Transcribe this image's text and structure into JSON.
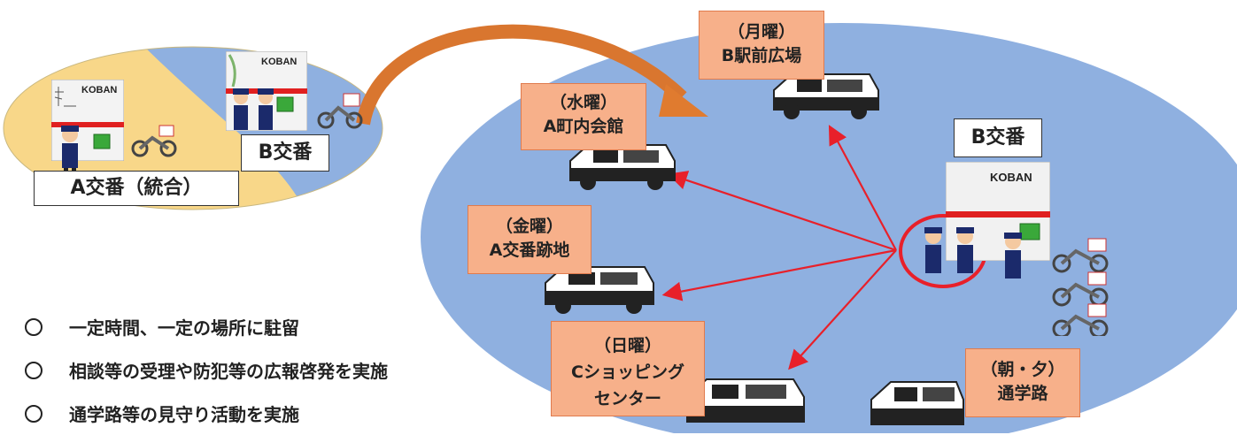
{
  "left_panel": {
    "koban_a_sign": "KOBAN",
    "koban_b_sign": "KOBAN",
    "label_a": "A交番（統合）",
    "label_b": "B交番"
  },
  "right_panel": {
    "koban_title": "B交番",
    "koban_sign": "KOBAN",
    "stops": [
      {
        "day": "（月曜）",
        "place": "B駅前広場"
      },
      {
        "day": "（水曜）",
        "place": "A町内会館"
      },
      {
        "day": "（金曜）",
        "place": "A交番跡地"
      },
      {
        "day": "（日曜）",
        "place": "Cショッピング",
        "place2": "センター"
      },
      {
        "day": "（朝・夕）",
        "place": "通学路"
      }
    ]
  },
  "bullets": [
    "一定時間、一定の場所に駐留",
    "相談等の受理や防犯等の広報啓発を実施",
    "通学路等の見守り活動を実施"
  ],
  "colors": {
    "ellipse_blue": "#8fb0e0",
    "ellipse_yellow": "#f8d789",
    "box_salmon": "#f7b08a",
    "arrow_red": "#e8202a",
    "arrow_orange": "#d9762f"
  },
  "icons": [
    "police-car-icon",
    "police-officer-icon",
    "koban-building-icon",
    "motorcycle-icon"
  ]
}
